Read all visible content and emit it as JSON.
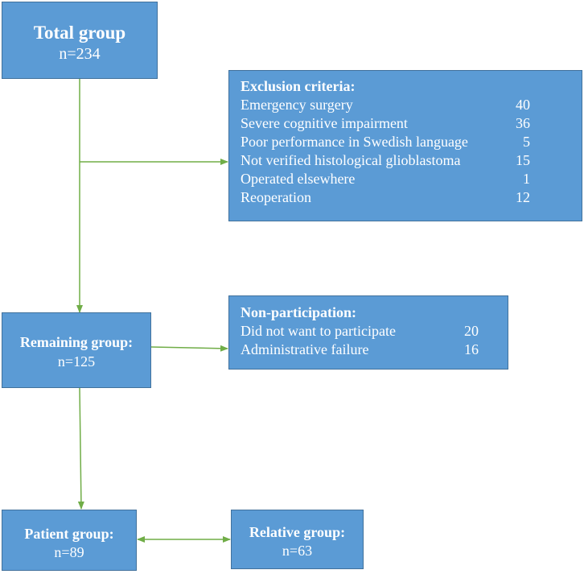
{
  "total": {
    "title": "Total group",
    "count": "n=234"
  },
  "exclusion": {
    "title": "Exclusion criteria:",
    "items": [
      {
        "label": "Emergency surgery",
        "value": "40"
      },
      {
        "label": "Severe cognitive impairment",
        "value": "36"
      },
      {
        "label": "Poor performance in Swedish language",
        "value": "5"
      },
      {
        "label": "Not verified histological glioblastoma",
        "value": "15"
      },
      {
        "label": "Operated elsewhere",
        "value": "1"
      },
      {
        "label": "Reoperation",
        "value": "12"
      }
    ]
  },
  "remaining": {
    "title": "Remaining group:",
    "count": "n=125"
  },
  "nonparticipation": {
    "title": "Non-participation:",
    "items": [
      {
        "label": "Did not want to participate",
        "value": "20"
      },
      {
        "label": "Administrative failure",
        "value": "16"
      }
    ]
  },
  "patient": {
    "title": "Patient group:",
    "count": "n=89"
  },
  "relative": {
    "title": "Relative group:",
    "count": "n=63"
  },
  "colors": {
    "box_fill": "#5b9bd5",
    "box_border": "#41719c",
    "connector": "#70ad47"
  }
}
